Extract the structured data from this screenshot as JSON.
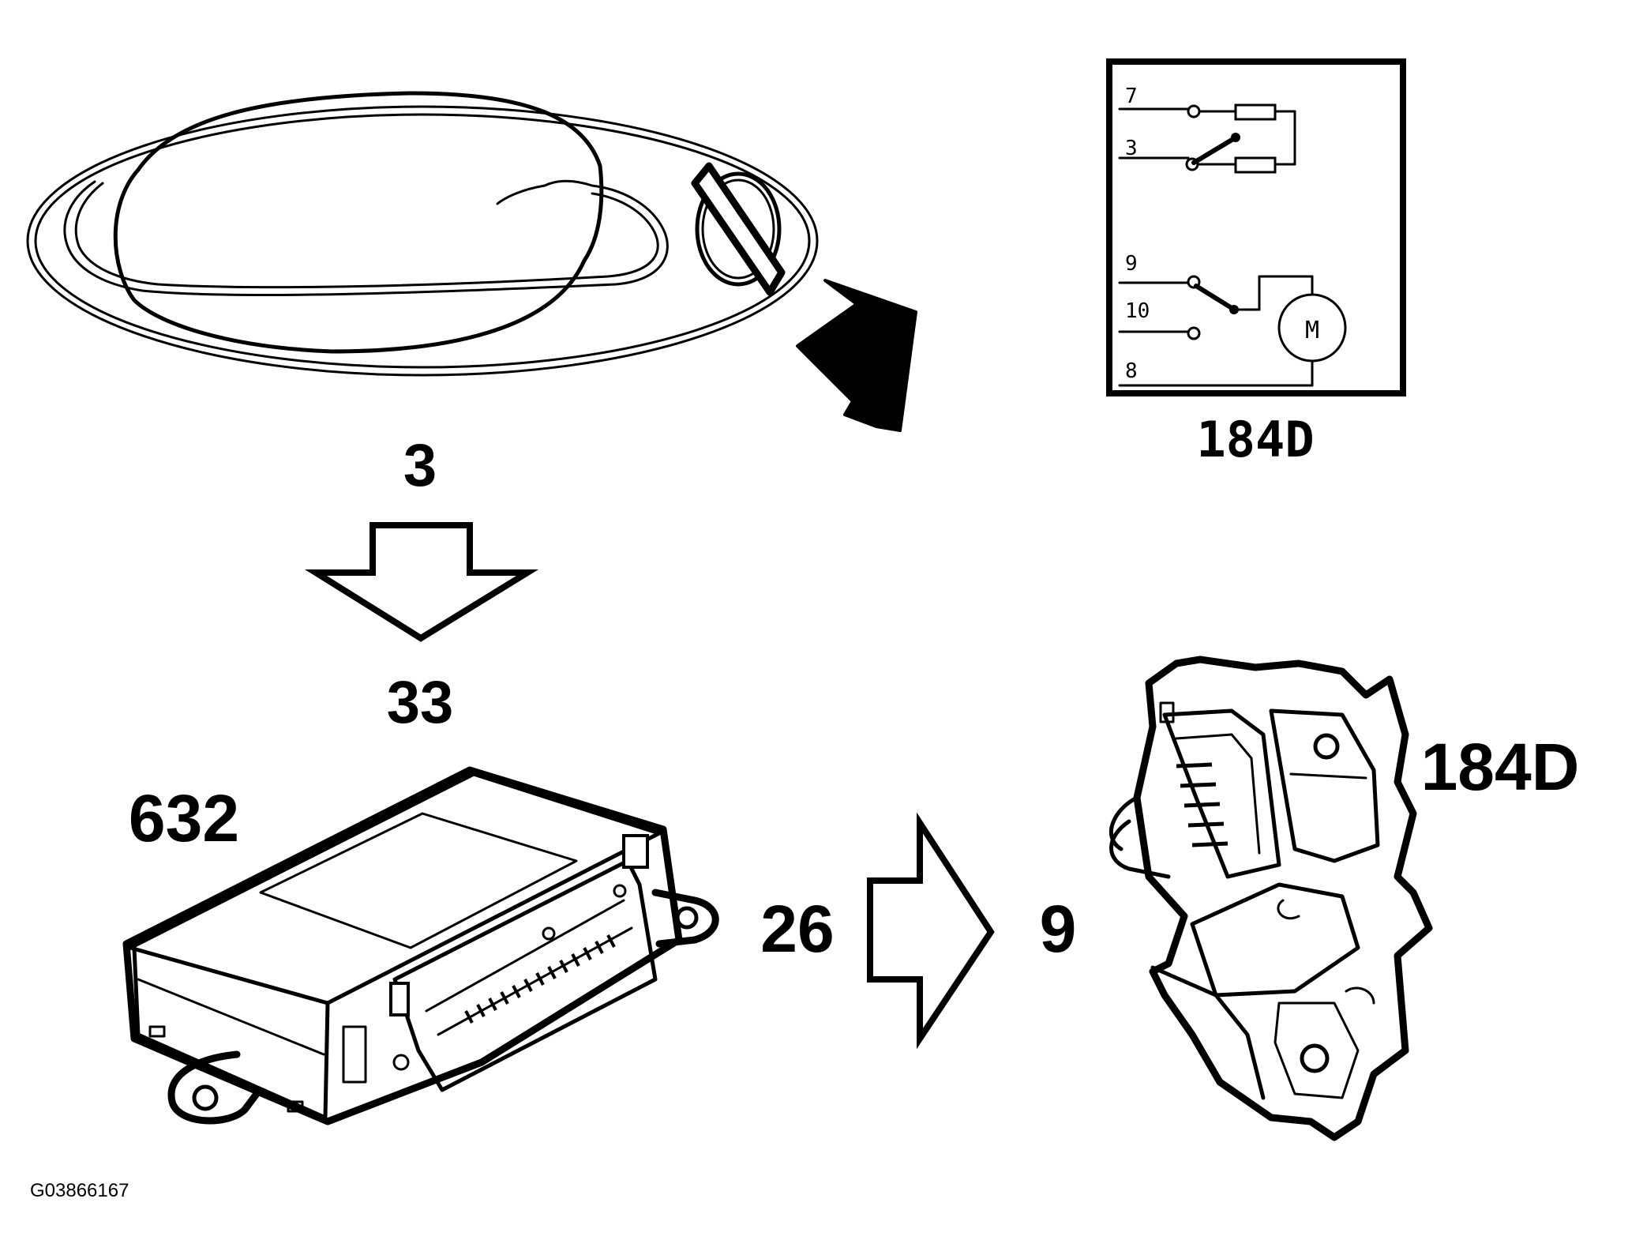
{
  "labels": {
    "handle_step": "3",
    "module_step": "33",
    "module_part": "632",
    "module_connector_step": "26",
    "lock_step": "9",
    "lock_part": "184D",
    "schematic_part": "184D",
    "figure_code": "G03866167"
  },
  "schematic": {
    "pins": [
      "7",
      "3",
      "9",
      "10",
      "8"
    ],
    "motor_symbol": "M"
  },
  "icons": {
    "down_arrow": "outline-down-arrow-icon",
    "right_arrow": "outline-right-arrow-icon",
    "pointer_arrow": "solid-pointer-arrow-icon"
  }
}
